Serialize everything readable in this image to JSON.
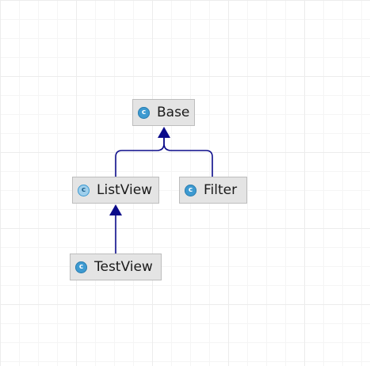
{
  "diagram": {
    "nodes": [
      {
        "id": "base",
        "label": "Base",
        "icon": "class-icon",
        "icon_letter": "c"
      },
      {
        "id": "listview",
        "label": "ListView",
        "icon": "abstract-class-icon",
        "icon_letter": "c"
      },
      {
        "id": "filter",
        "label": "Filter",
        "icon": "class-icon",
        "icon_letter": "c"
      },
      {
        "id": "testview",
        "label": "TestView",
        "icon": "class-icon",
        "icon_letter": "c"
      }
    ],
    "edges": [
      {
        "from": "listview",
        "to": "base",
        "type": "inheritance"
      },
      {
        "from": "filter",
        "to": "base",
        "type": "inheritance"
      },
      {
        "from": "testview",
        "to": "listview",
        "type": "inheritance"
      }
    ],
    "colors": {
      "edge": "#0b0b8a",
      "node_fill": "#e4e4e4",
      "node_border": "#bdbdbd",
      "icon": "#3d9ad1"
    }
  }
}
